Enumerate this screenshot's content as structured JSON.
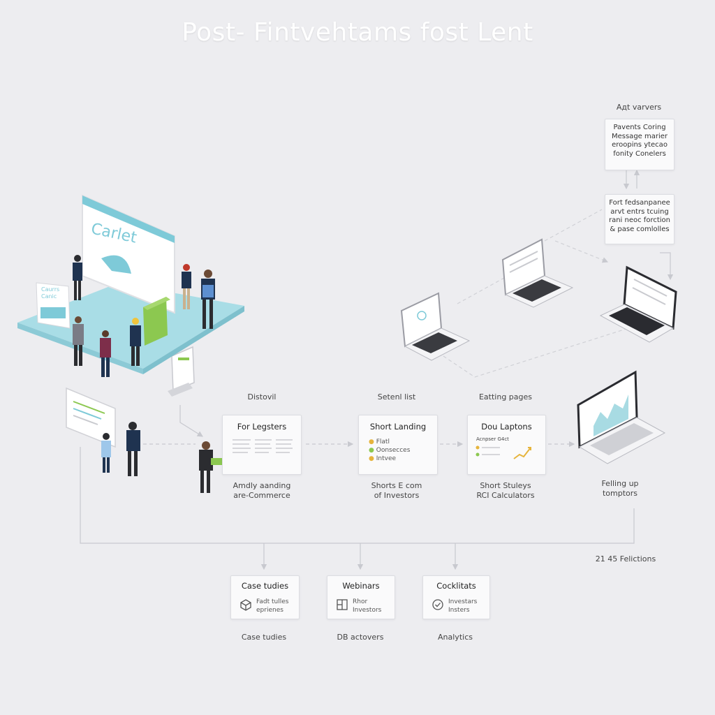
{
  "title": "Post- Fintvehtams fost Lent",
  "colors": {
    "accent": "#7ecad8",
    "green": "#8cc850",
    "yellow": "#e6b43c",
    "navy": "#1f3350"
  },
  "right_column": {
    "header": "Aдt varvers",
    "box1_lines": [
      "Pavents Coring",
      "Message marier",
      "eroopins ytecao",
      "fonity Conelers"
    ],
    "box2_lines": [
      "Fort fedsanpanee",
      "arvt entrs tcuing",
      "rani neoc forction",
      "& pase comlolles"
    ]
  },
  "booth": {
    "sign": "Carlet",
    "card_line1": "Caurrs",
    "card_line2": "Canic"
  },
  "flow": {
    "stage1": {
      "header": "Distovil",
      "box_title": "For Legsters",
      "caption_line1": "Amdly aanding",
      "caption_line2": "are-Commerce"
    },
    "stage2": {
      "header": "Setenl list",
      "box_title": "Short Landing",
      "bullets": [
        "Flatl",
        "Oonsecces",
        "Intvee"
      ],
      "caption_line1": "Shorts E com",
      "caption_line2": "of Investors"
    },
    "stage3": {
      "header": "Eatting pages",
      "box_title": "Dou Laptons",
      "mini_label": "Acnpser G4ct",
      "caption_line1": "Short Stuleys",
      "caption_line2": "RCI Calculators"
    },
    "stage4": {
      "caption_line1": "Felling up",
      "caption_line2": "tomptors"
    }
  },
  "footer_note": "21 45 Felictions",
  "bottom": {
    "b1": {
      "title": "Case tudies",
      "line1": "Fadt tulles",
      "line2": "eprienes",
      "caption": "Case tudies"
    },
    "b2": {
      "title": "Webinars",
      "line1": "Rhor",
      "line2": "Investors",
      "caption": "DB actovers"
    },
    "b3": {
      "title": "Cocklitats",
      "line1": "Investars",
      "line2": "Insters",
      "caption": "Analytics"
    }
  }
}
